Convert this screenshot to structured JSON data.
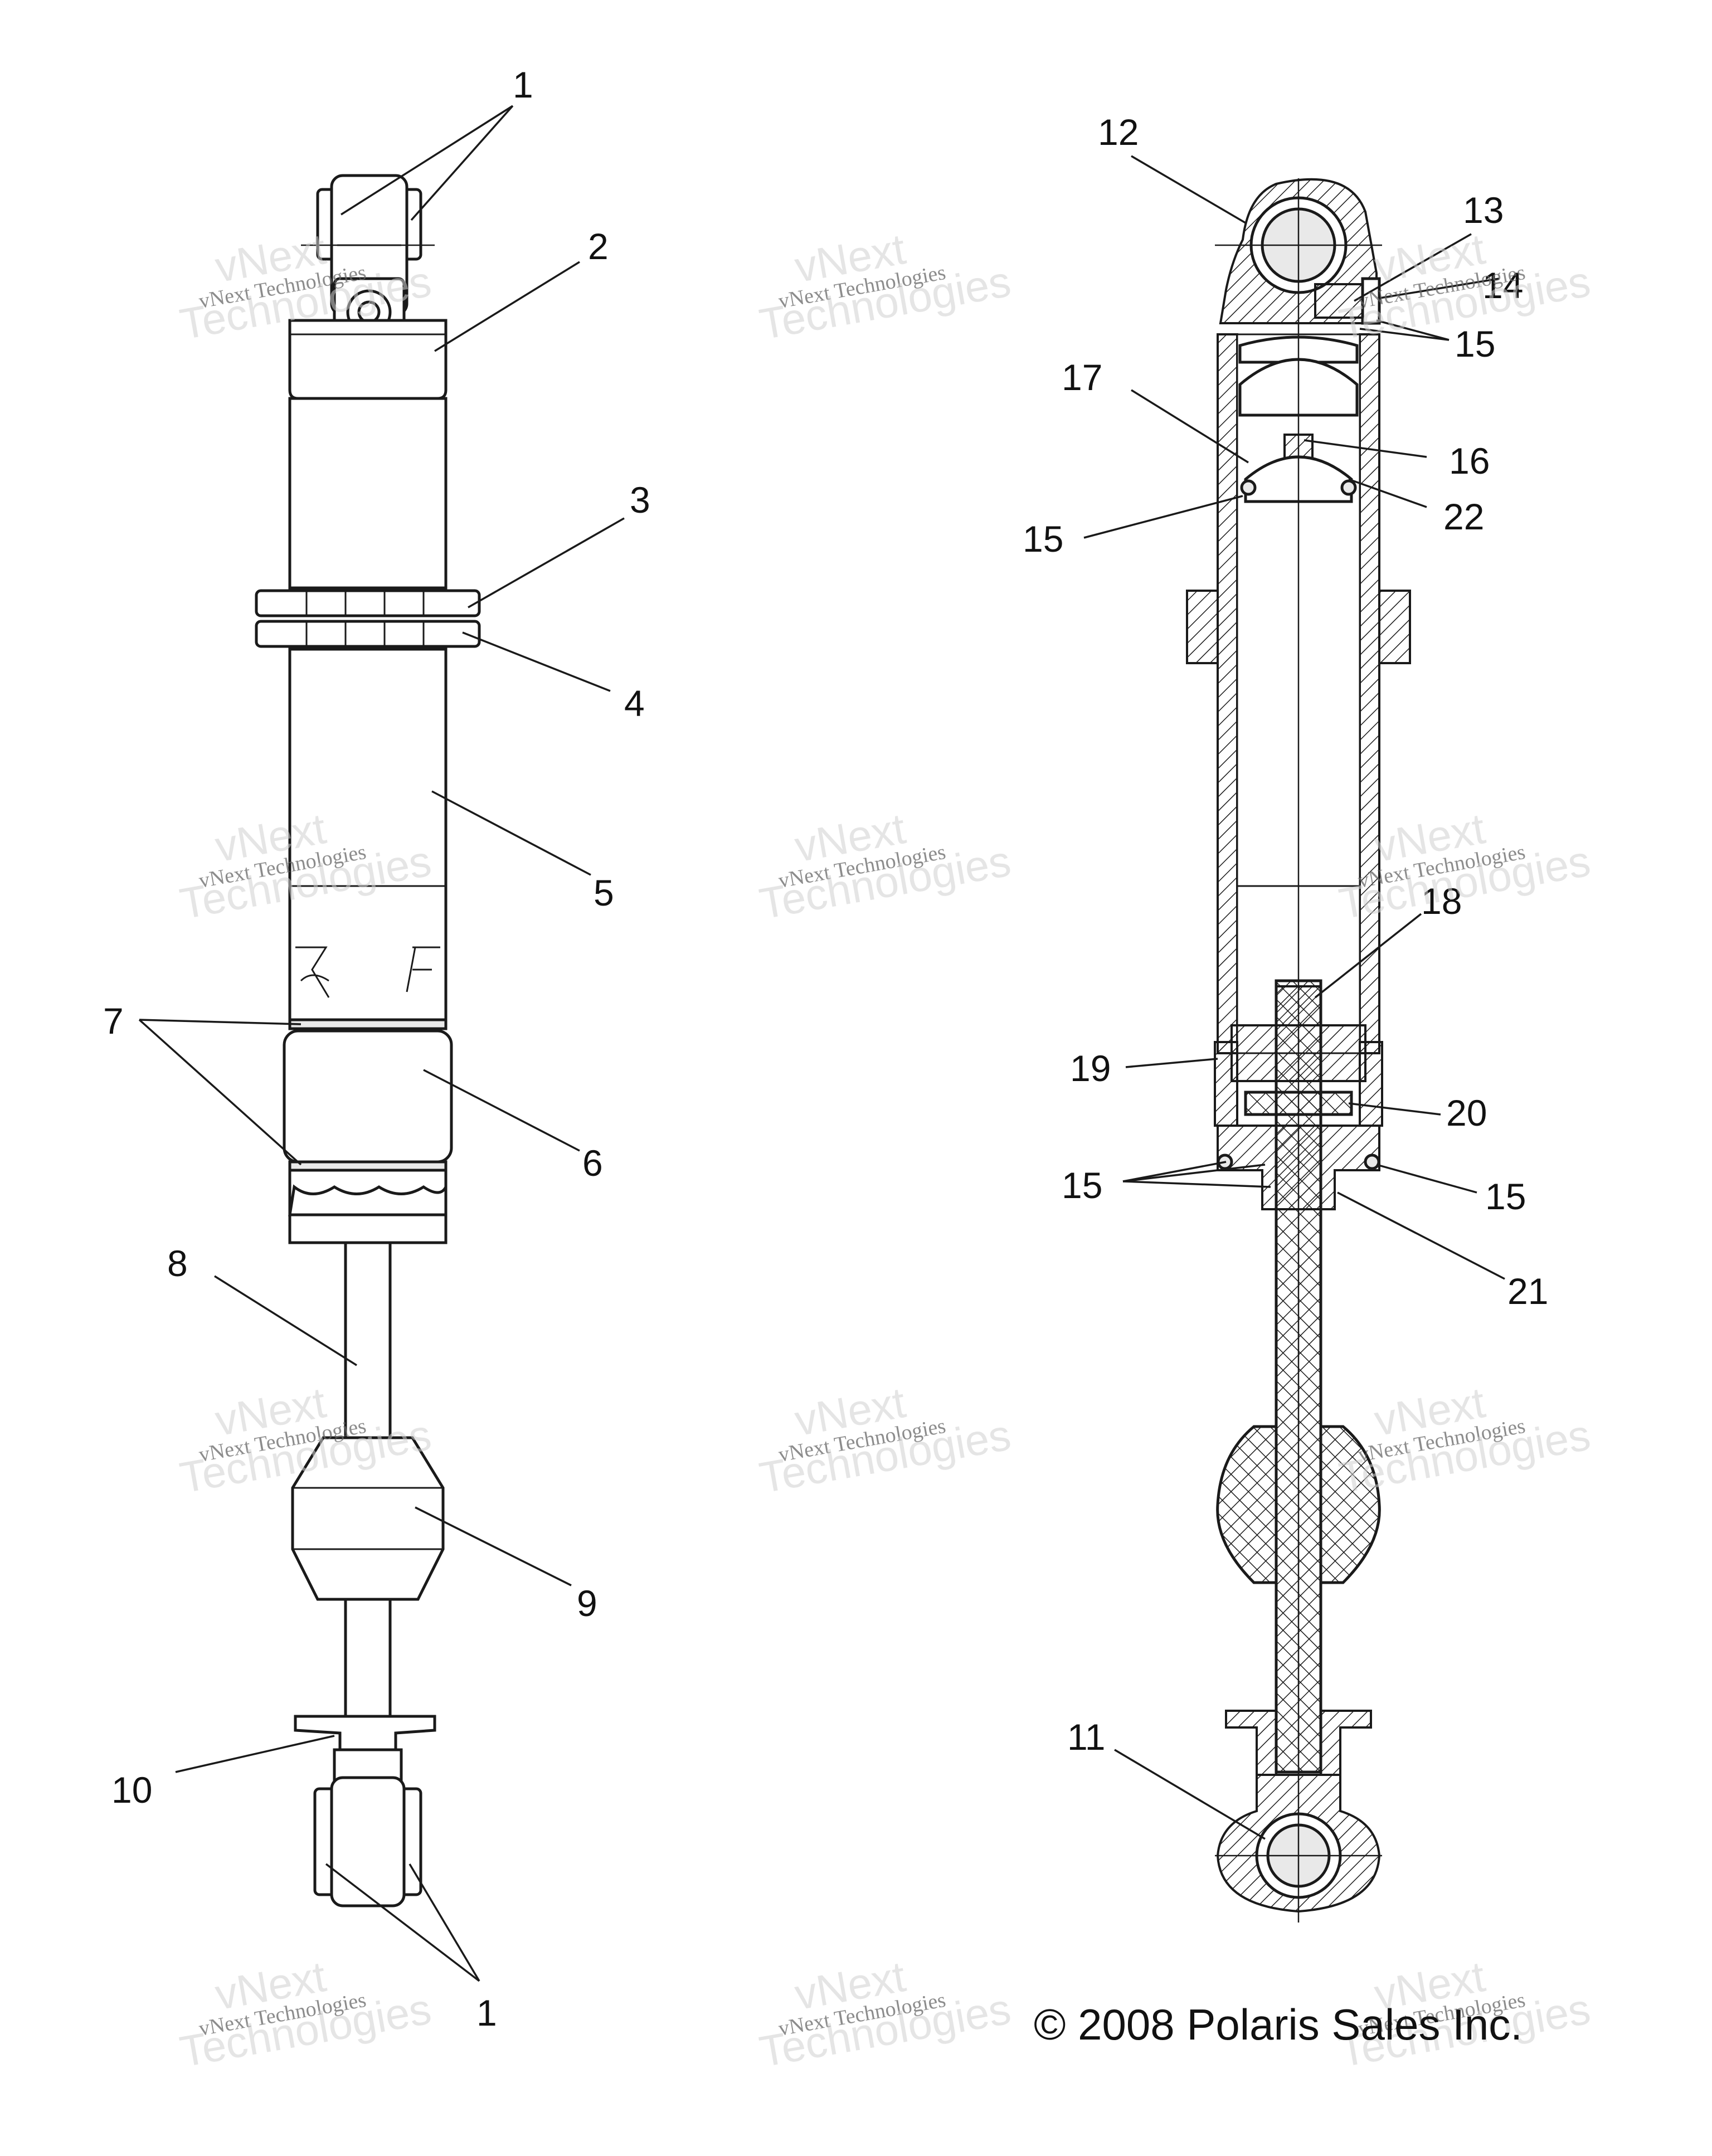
{
  "callouts": {
    "c1a": "1",
    "c1b": "1",
    "c2": "2",
    "c3": "3",
    "c4": "4",
    "c5": "5",
    "c6": "6",
    "c7": "7",
    "c8": "8",
    "c9": "9",
    "c10": "10",
    "c11": "11",
    "c12": "12",
    "c13": "13",
    "c14": "14",
    "c15a": "15",
    "c15b": "15",
    "c15c": "15",
    "c15d": "15",
    "c16": "16",
    "c17": "17",
    "c18": "18",
    "c19": "19",
    "c20": "20",
    "c21": "21",
    "c22": "22"
  },
  "watermark": {
    "brand": "vNext",
    "line1": "vNext Technologies",
    "line2": "Technologies"
  },
  "copyright": "© 2008 Polaris Sales Inc.",
  "colors": {
    "ink": "#1a1a1a",
    "paper": "#ffffff",
    "watermark": "#cfcfcf"
  }
}
